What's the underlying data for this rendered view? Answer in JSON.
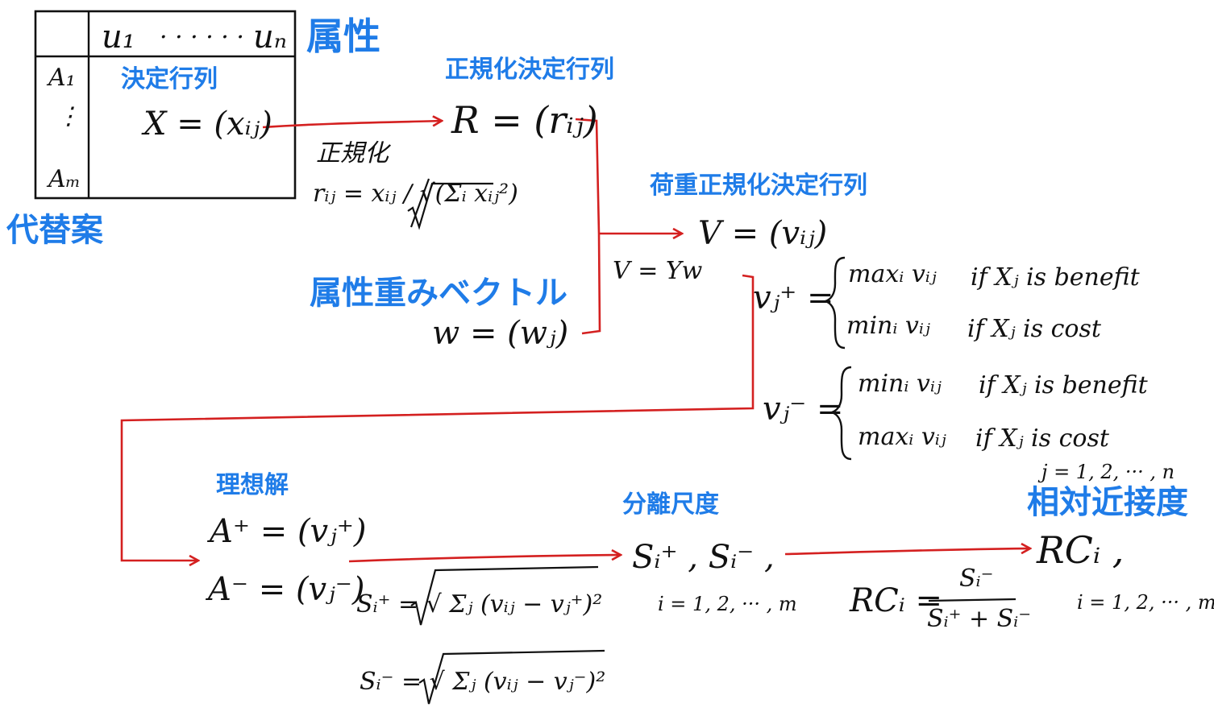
{
  "matrix": {
    "col_header_first": "u₁",
    "col_header_dots": "· · · · · ·",
    "col_header_last": "uₙ",
    "row_header_first": "A₁",
    "row_header_dots": "⋮",
    "row_header_last": "Aₘ",
    "name": "決定行列",
    "formula": "X = (xᵢⱼ)"
  },
  "labels": {
    "attributes": "属性",
    "alternatives": "代替案",
    "normalized_matrix": "正規化決定行列",
    "normalization": "正規化",
    "weighted_matrix": "荷重正規化決定行列",
    "weight_vector": "属性重みベクトル",
    "ideal_solution": "理想解",
    "separation": "分離尺度",
    "closeness": "相対近接度"
  },
  "formulas": {
    "R": "R = (rᵢⱼ)",
    "r_def": "rᵢⱼ = xᵢⱼ / √(Σᵢ xᵢⱼ²)",
    "V": "V = (vᵢⱼ)",
    "V_def": "V = Yw",
    "w": "w = (wⱼ)",
    "vplus": "vⱼ⁺ =",
    "vplus_case1_expr": "maxᵢ vᵢⱼ",
    "vplus_case1_cond": "if Xⱼ is benefit",
    "vplus_case2_expr": "minᵢ vᵢⱼ",
    "vplus_case2_cond": "if Xⱼ is cost",
    "vminus": "vⱼ⁻ =",
    "vminus_case1_expr": "minᵢ vᵢⱼ",
    "vminus_case1_cond": "if Xⱼ is benefit",
    "vminus_case2_expr": "maxᵢ vᵢⱼ",
    "vminus_case2_cond": "if Xⱼ is cost",
    "j_range": "j = 1, 2, ··· , n",
    "Aplus": "A⁺ = (vⱼ⁺)",
    "Aminus": "A⁻ = (vⱼ⁻)",
    "Splus_def": "Sᵢ⁺ = √ Σⱼ (vᵢⱼ − vⱼ⁺)²",
    "Sminus_def": "Sᵢ⁻ = √ Σⱼ (vᵢⱼ − vⱼ⁻)²",
    "S_pair": "Sᵢ⁺ , Sᵢ⁻ ,",
    "i_range_S": "i = 1, 2, ··· , m",
    "RC_lhs": "RCᵢ =",
    "RC_num": "Sᵢ⁻",
    "RC_den": "Sᵢ⁺ + Sᵢ⁻",
    "RC": "RCᵢ ,",
    "i_range_RC": "i = 1, 2, ··· , m"
  },
  "colors": {
    "heading": "#1f7ce8",
    "arrow": "#d42020",
    "ink": "#111111"
  }
}
